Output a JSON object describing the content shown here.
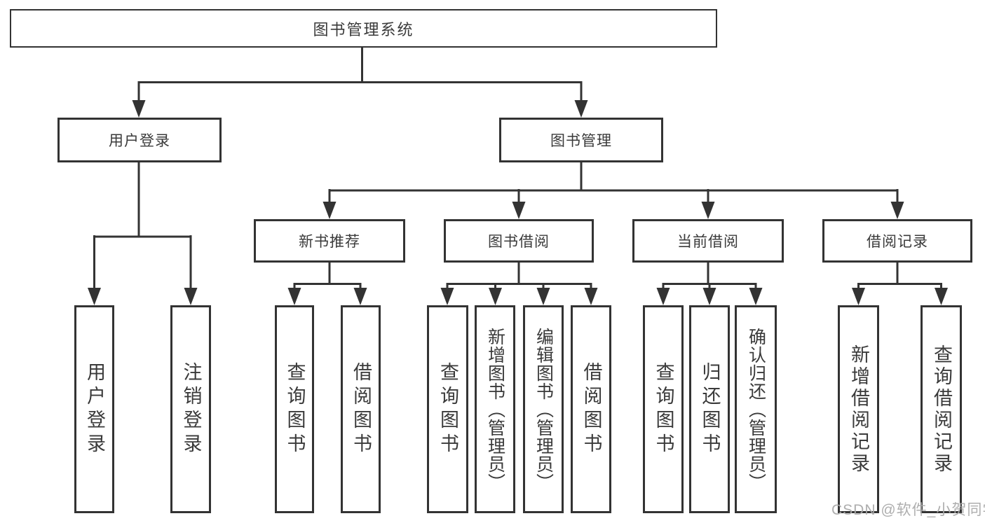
{
  "diagram": {
    "title": "图书管理系统",
    "branches": [
      {
        "label": "用户登录",
        "children": [
          {
            "label": "用户登录"
          },
          {
            "label": "注销登录"
          }
        ]
      },
      {
        "label": "图书管理",
        "children": [
          {
            "label": "新书推荐",
            "children": [
              {
                "label": "查询图书"
              },
              {
                "label": "借阅图书"
              }
            ]
          },
          {
            "label": "图书借阅",
            "children": [
              {
                "label": "查询图书"
              },
              {
                "label": "新增图书（管理员）"
              },
              {
                "label": "编辑图书（管理员）"
              },
              {
                "label": "借阅图书"
              }
            ]
          },
          {
            "label": "当前借阅",
            "children": [
              {
                "label": "查询图书"
              },
              {
                "label": "归还图书"
              },
              {
                "label": "确认归还（管理员）"
              }
            ]
          },
          {
            "label": "借阅记录",
            "children": [
              {
                "label": "新增借阅记录"
              },
              {
                "label": "查询借阅记录"
              }
            ]
          }
        ]
      }
    ]
  },
  "watermark": "CSDN @软件_小贺同学",
  "colors": {
    "line": "#333333",
    "text": "#3a3a3a",
    "watermark": "#aaaaaa",
    "background": "#ffffff"
  }
}
